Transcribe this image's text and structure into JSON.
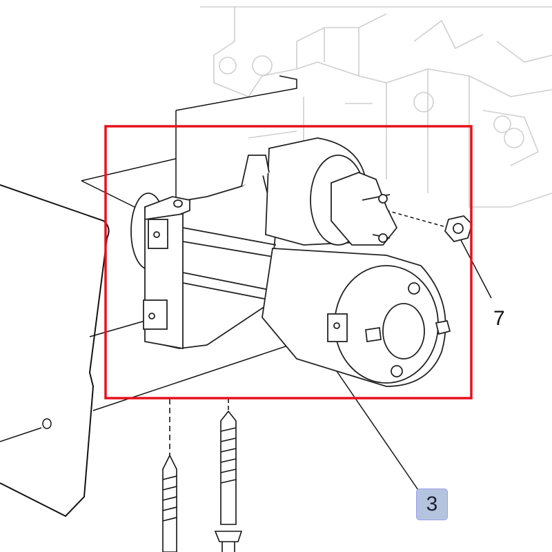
{
  "diagram": {
    "callouts": [
      {
        "id": "nut",
        "label": "7"
      },
      {
        "id": "starter-motor",
        "label": "3"
      }
    ],
    "highlight_color": "#e8101c",
    "callout_box_color": "#b4c4de"
  }
}
